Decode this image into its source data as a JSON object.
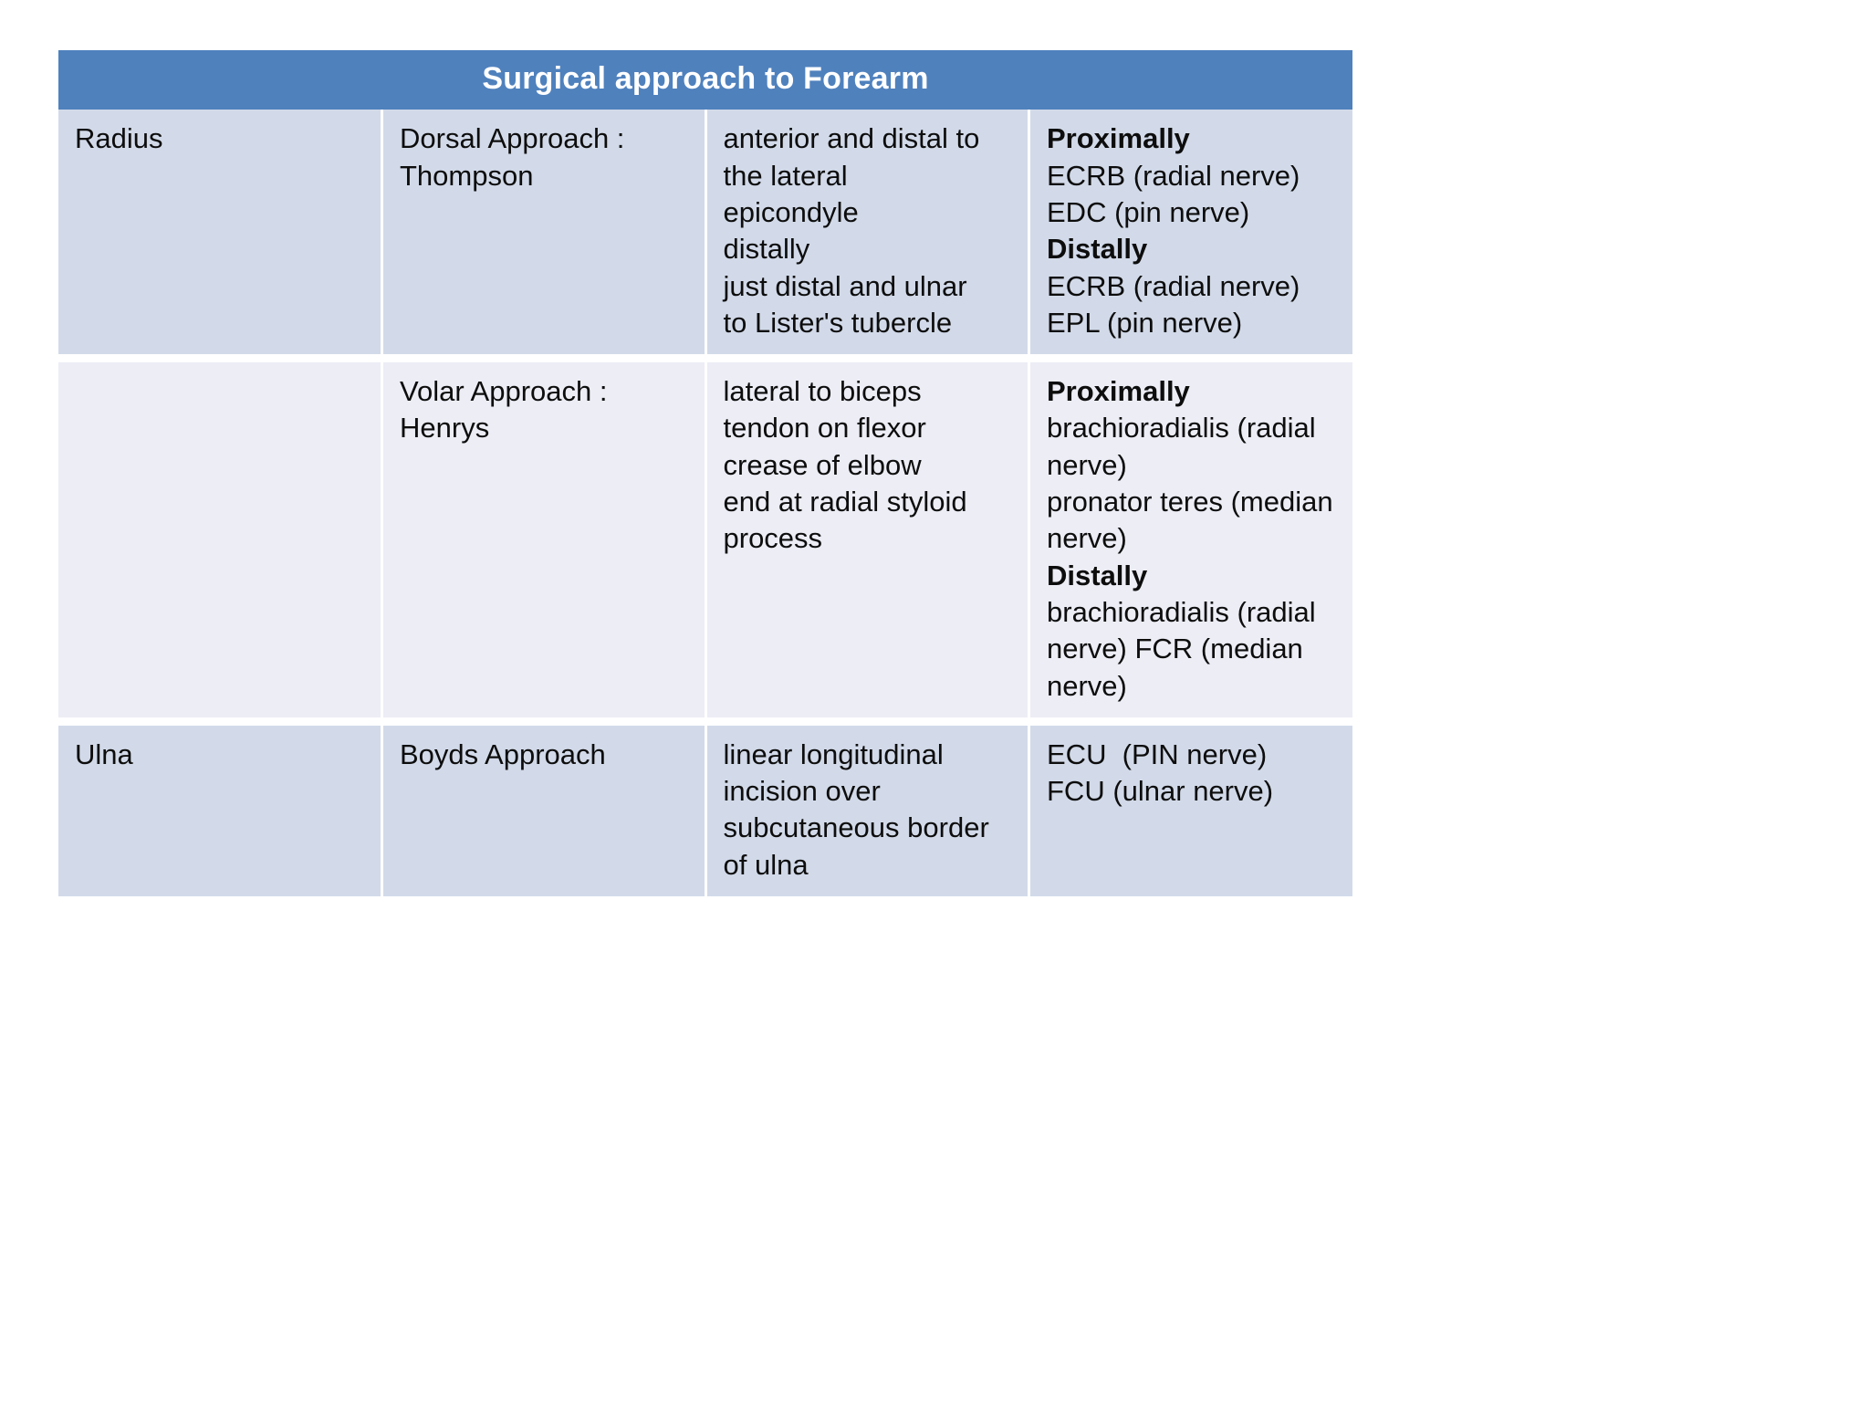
{
  "title": "Surgical approach to Forearm",
  "accent_color": "#4F81BD",
  "row_colors": {
    "shade_a": "#D2DAE9",
    "shade_b": "#ECEDF5"
  },
  "columns": [
    "bone",
    "approach",
    "landmarks",
    "interval"
  ],
  "rows": [
    {
      "shade": "a",
      "bone": "Radius",
      "approach": "Dorsal Approach :\nThompson",
      "landmarks": "anterior and distal to\nthe lateral\nepicondyle\ndistally\njust distal and ulnar\nto Lister's tubercle",
      "interval_blocks": [
        {
          "label": "Proximally",
          "bold": true
        },
        {
          "label": "ECRB (radial nerve)",
          "bold": false
        },
        {
          "label": "EDC (pin nerve)",
          "bold": false
        },
        {
          "label": "Distally",
          "bold": true
        },
        {
          "label": "ECRB (radial nerve)",
          "bold": false
        },
        {
          "label": "EPL (pin nerve)",
          "bold": false
        }
      ]
    },
    {
      "shade": "b",
      "bone": "",
      "approach": "Volar Approach :\nHenrys",
      "landmarks": "lateral to biceps\ntendon on flexor\ncrease of elbow\nend at radial styloid\nprocess",
      "interval_blocks": [
        {
          "label": "Proximally",
          "bold": true
        },
        {
          "label": "brachioradialis (radial\nnerve)",
          "bold": false
        },
        {
          "label": "pronator teres (median\nnerve)",
          "bold": false
        },
        {
          "label": "Distally",
          "bold": true
        },
        {
          "label": "brachioradialis (radial\nnerve) FCR (median\nnerve)",
          "bold": false
        }
      ]
    },
    {
      "shade": "a",
      "bone": "Ulna",
      "approach": "Boyds Approach",
      "landmarks": "linear longitudinal\nincision over\nsubcutaneous border\nof ulna",
      "interval_blocks": [
        {
          "label": "ECU  (PIN nerve)",
          "bold": false
        },
        {
          "label": "FCU (ulnar nerve)",
          "bold": false
        }
      ]
    }
  ]
}
